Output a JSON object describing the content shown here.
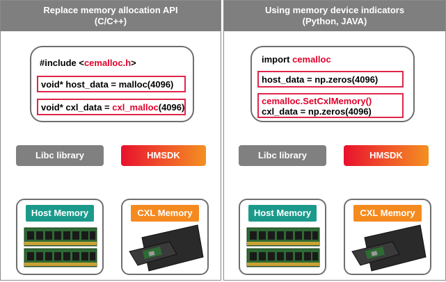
{
  "colors": {
    "teal": "#1b9a8c",
    "orange": "#f58a1f",
    "red_highlight": "#e0254a",
    "header_gray": "#7f7f7f",
    "libc_gray": "#808080"
  },
  "left": {
    "header_line1": "Replace memory allocation API",
    "header_line2": "(C/C++)",
    "code": {
      "include_prefix": "#include <",
      "include_name": "cemalloc.h",
      "include_suffix": ">",
      "host_line": "void* host_data = malloc(4096)",
      "cxl_prefix": "void* cxl_data = ",
      "cxl_func": "cxl_malloc",
      "cxl_suffix": "(4096)"
    },
    "libc_label": "Libc library",
    "hmsdk_label": "HMSDK",
    "host_memory_label": "Host Memory",
    "cxl_memory_label": "CXL Memory"
  },
  "right": {
    "header_line1": "Using memory device indicators",
    "header_line2": "(Python, JAVA)",
    "code": {
      "import_prefix": "import ",
      "import_name": "cemalloc",
      "host_line": "host_data = np.zeros(4096)",
      "cxl_call": "cemalloc.SetCxlMemory()",
      "cxl_line": "cxl_data = np.zeros(4096)"
    },
    "libc_label": "Libc library",
    "hmsdk_label": "HMSDK",
    "host_memory_label": "Host Memory",
    "cxl_memory_label": "CXL Memory"
  }
}
